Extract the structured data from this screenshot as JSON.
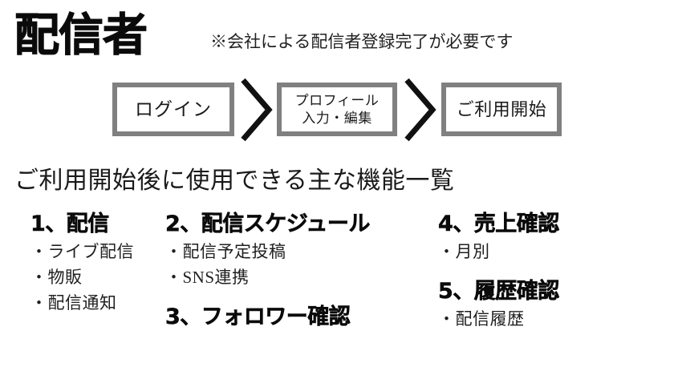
{
  "slide": {
    "title": "配信者",
    "note": "※会社による配信者登録完了が必要です",
    "section_heading": "ご利用開始後に使用できる主な機能一覧",
    "background_color": "#ffffff",
    "box_border_color": "#808080",
    "text_color": "#1a1a1a",
    "arrow_color": "#111111"
  },
  "flow": {
    "steps": [
      {
        "label": "ログイン"
      },
      {
        "label": "プロフィール\n入力・編集"
      },
      {
        "label": "ご利用開始"
      }
    ],
    "arrows": [
      {
        "icon": "chevron-right-icon"
      },
      {
        "icon": "chevron-right-icon"
      }
    ]
  },
  "features": {
    "columns": [
      {
        "groups": [
          {
            "heading": "1、配信",
            "items": [
              "・ライブ配信",
              "・物販",
              "・配信通知"
            ]
          }
        ]
      },
      {
        "groups": [
          {
            "heading": "2、配信スケジュール",
            "items": [
              "・配信予定投稿",
              "・SNS連携"
            ]
          },
          {
            "heading": "3、フォロワー確認",
            "items": []
          }
        ]
      },
      {
        "groups": [
          {
            "heading": "4、売上確認",
            "items": [
              "・月別"
            ]
          },
          {
            "heading": "5、履歴確認",
            "items": [
              "・配信履歴"
            ]
          }
        ]
      }
    ]
  }
}
